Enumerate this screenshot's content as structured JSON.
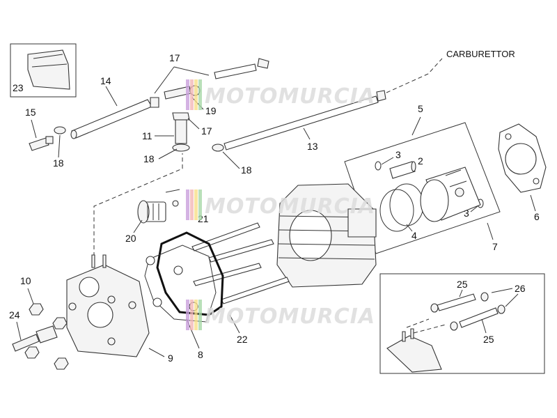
{
  "labels": {
    "carburettor": "CARBURETTOR",
    "n23": "23",
    "n17a": "17",
    "n14": "14",
    "n19": "19",
    "n17b": "17",
    "n11": "11",
    "n15": "15",
    "n18a": "18",
    "n18b": "18",
    "n18c": "18",
    "n13": "13",
    "n5": "5",
    "n3a": "3",
    "n2": "2",
    "n3b": "3",
    "n4": "4",
    "n7": "7",
    "n6": "6",
    "n21": "21",
    "n20": "20",
    "n10": "10",
    "n24": "24",
    "n9": "9",
    "n8": "8",
    "n22": "22",
    "n25a": "25",
    "n26": "26",
    "n25b": "25"
  },
  "watermark": {
    "text": "MOTOMURCIA",
    "colors": [
      "#c9a0dc",
      "#f2b8b8",
      "#f7e08a",
      "#a8d8a8"
    ]
  }
}
